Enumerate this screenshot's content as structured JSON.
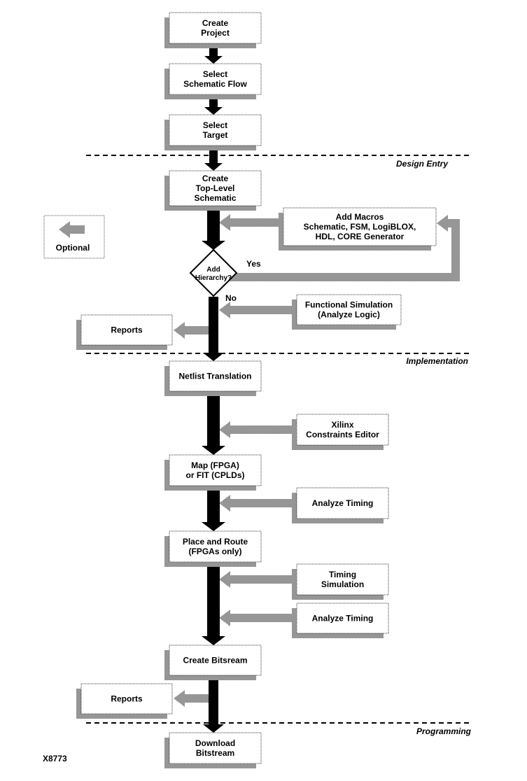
{
  "figure_id": "X8773",
  "colors": {
    "main_flow": "#000000",
    "optional_flow": "#8a8a8a",
    "shadow": "#9a9a9a",
    "box_border": "#333333"
  },
  "phases": [
    {
      "id": "design-entry",
      "label": "Design Entry"
    },
    {
      "id": "implementation",
      "label": "Implementation"
    },
    {
      "id": "programming",
      "label": "Programming"
    }
  ],
  "legend": {
    "label": "Optional",
    "icon": "gray-left-arrow-icon"
  },
  "main_steps": [
    {
      "id": "create-project",
      "lines": [
        "Create",
        "Project"
      ]
    },
    {
      "id": "select-schematic-flow",
      "lines": [
        "Select",
        "Schematic Flow"
      ]
    },
    {
      "id": "select-target",
      "lines": [
        "Select",
        "Target"
      ]
    },
    {
      "id": "create-top-level-schematic",
      "lines": [
        "Create",
        "Top-Level",
        "Schematic"
      ]
    },
    {
      "id": "netlist-translation",
      "lines": [
        "Netlist Translation"
      ]
    },
    {
      "id": "map-or-fit",
      "lines": [
        "Map (FPGA)",
        "or FIT (CPLDs)"
      ]
    },
    {
      "id": "place-and-route",
      "lines": [
        "Place and Route",
        "(FPGAs only)"
      ]
    },
    {
      "id": "create-bitstream",
      "lines": [
        "Create Bitsream"
      ]
    },
    {
      "id": "download-bitstream",
      "lines": [
        "Download",
        "Bitstream"
      ]
    }
  ],
  "decision": {
    "id": "add-hierarchy",
    "lines": [
      "Add",
      "Hierarchy?"
    ],
    "yes_label": "Yes",
    "no_label": "No"
  },
  "optional_inputs": [
    {
      "id": "add-macros",
      "lines": [
        "Add Macros",
        "Schematic, FSM, LogiBLOX,",
        "HDL, CORE Generator"
      ]
    },
    {
      "id": "functional-simulation",
      "lines": [
        "Functional Simulation",
        "(Analyze Logic)"
      ]
    },
    {
      "id": "xilinx-constraints-editor",
      "lines": [
        "Xilinx",
        "Constraints Editor"
      ]
    },
    {
      "id": "analyze-timing-1",
      "lines": [
        "Analyze Timing"
      ]
    },
    {
      "id": "timing-simulation",
      "lines": [
        "Timing",
        "Simulation"
      ]
    },
    {
      "id": "analyze-timing-2",
      "lines": [
        "Analyze Timing"
      ]
    }
  ],
  "optional_outputs": [
    {
      "id": "reports-1",
      "lines": [
        "Reports"
      ]
    },
    {
      "id": "reports-2",
      "lines": [
        "Reports"
      ]
    }
  ]
}
